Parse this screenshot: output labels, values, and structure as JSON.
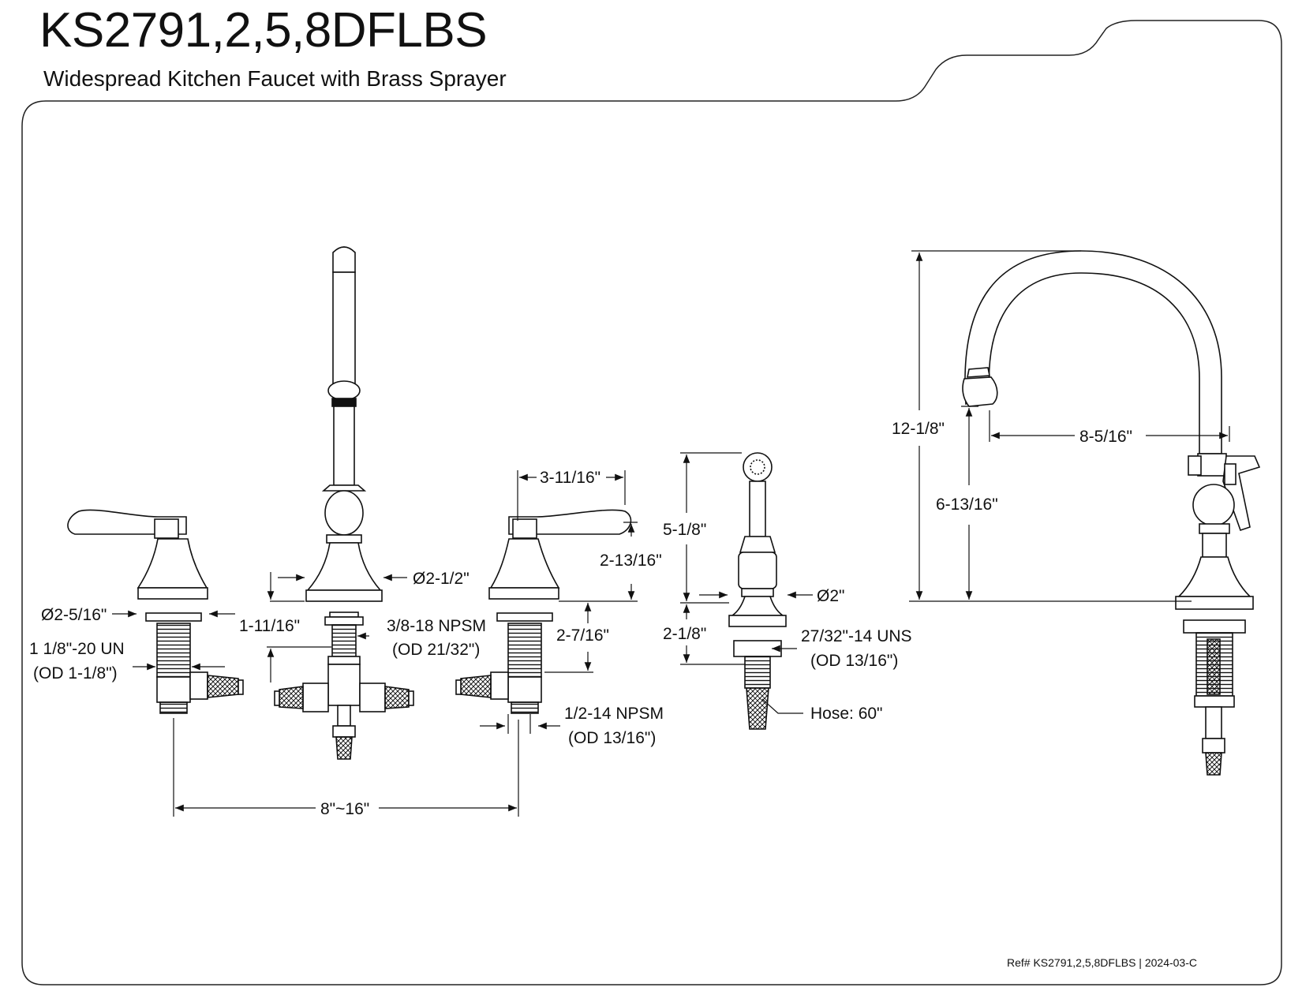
{
  "header": {
    "title": "KS2791,2,5,8DFLBS",
    "subtitle": "Widespread Kitchen Faucet with Brass Sprayer"
  },
  "footer": {
    "reference": "Ref# KS2791,2,5,8DFLBS | 2024-03-C"
  },
  "dimensions": {
    "escutcheon_diameter_handle": "Ø2-5/16\"",
    "handle_thread": "1 1/8\"-20 UN",
    "handle_thread_od": "(OD 1-1/8\")",
    "spout_base_diameter": "Ø2-1/2\"",
    "spout_shank_length": "1-11/16\"",
    "spout_thread": "3/8-18 NPSM",
    "spout_thread_od": "(OD 21/32\")",
    "handle_width": "3-11/16\"",
    "handle_height": "2-13/16\"",
    "handle_shank_length": "2-7/16\"",
    "inlet_thread": "1/2-14 NPSM",
    "inlet_thread_od": "(OD 13/16\")",
    "spread": "8\"~16\"",
    "sprayer_height": "5-1/8\"",
    "sprayer_base_diameter": "Ø2\"",
    "sprayer_shank_length": "2-1/8\"",
    "sprayer_thread": "27/32\"-14 UNS",
    "sprayer_thread_od": "(OD 13/16\")",
    "hose_length": "Hose: 60\"",
    "overall_height": "12-1/8\"",
    "spout_clearance": "6-13/16\"",
    "spout_reach": "8-5/16\""
  }
}
